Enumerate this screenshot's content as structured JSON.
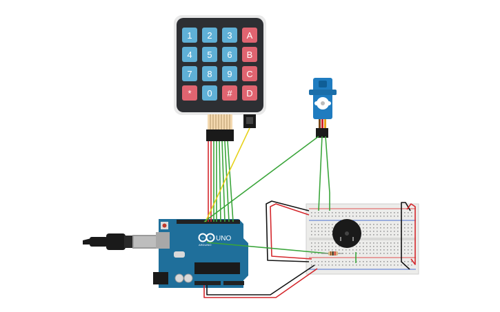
{
  "keypad": {
    "keys": [
      [
        "1",
        "2",
        "3",
        "A"
      ],
      [
        "4",
        "5",
        "6",
        "B"
      ],
      [
        "7",
        "8",
        "9",
        "C"
      ],
      [
        "*",
        "0",
        "#",
        "D"
      ]
    ],
    "colors": {
      "digit": "#5fb0d6",
      "letter": "#e06470",
      "body": "#2d2f33",
      "rim": "#ececec"
    }
  },
  "arduino": {
    "model_label": "UNO",
    "brand_label": "ARDUINO",
    "colors": {
      "board": "#1f6f9b",
      "header": "#222222"
    }
  },
  "wires": {
    "colors": {
      "red": "#d4262b",
      "green": "#3aa53a",
      "yellow": "#e7d21b",
      "black": "#111111"
    }
  },
  "breadboard": {
    "colors": {
      "body": "#ececea",
      "rail_red": "#e05050",
      "rail_blue": "#4a6fd1"
    }
  },
  "buzzer": {
    "color": "#1a1a1a"
  },
  "servo": {
    "color": "#1f7cc0"
  },
  "icons": [
    "keypad-icon",
    "servo-icon",
    "buzzer-icon",
    "usb-cable-icon",
    "resistor-icon",
    "dc-jack-icon"
  ]
}
